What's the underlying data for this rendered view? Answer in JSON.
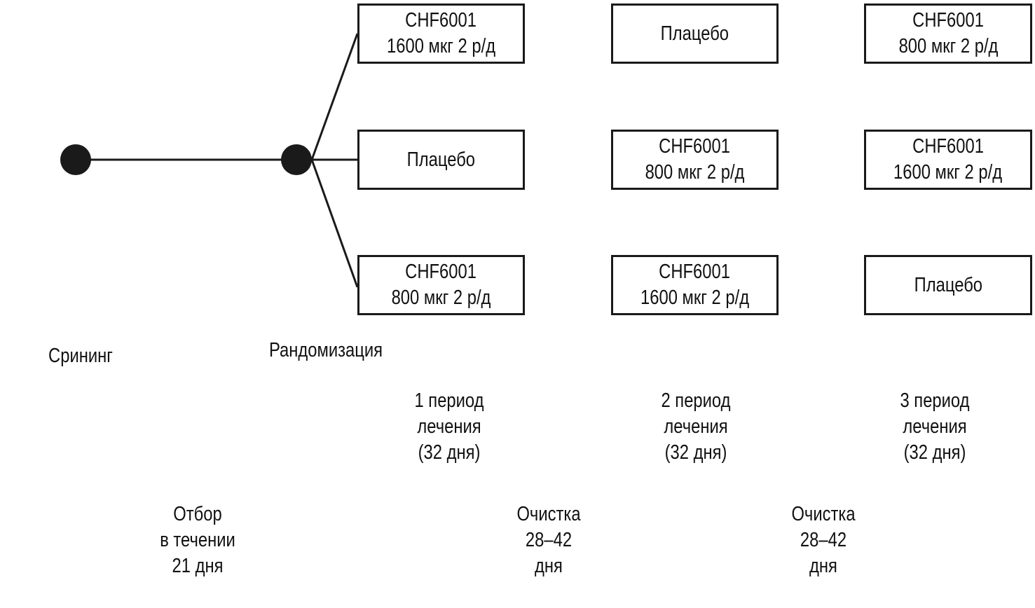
{
  "colors": {
    "stroke": "#1a1a1a",
    "node_fill": "#1a1a1a",
    "background": "#ffffff"
  },
  "labels": {
    "screening": "Срининг",
    "randomization": "Рандомизация"
  },
  "arms": [
    {
      "period1": [
        "CHF6001",
        "1600 мкг 2 р/д"
      ],
      "period2": [
        "Плацебо"
      ],
      "period3": [
        "CHF6001",
        "800 мкг 2 р/д"
      ]
    },
    {
      "period1": [
        "Плацебо"
      ],
      "period2": [
        "CHF6001",
        "800 мкг 2 р/д"
      ],
      "period3": [
        "CHF6001",
        "1600 мкг 2 р/д"
      ]
    },
    {
      "period1": [
        "CHF6001",
        "800 мкг 2 р/д"
      ],
      "period2": [
        "CHF6001",
        "1600 мкг 2 р/д"
      ],
      "period3": [
        "Плацебо"
      ]
    }
  ],
  "periods": [
    [
      "1 период",
      "лечения",
      "(32 дня)"
    ],
    [
      "2 период",
      "лечения",
      "(32 дня)"
    ],
    [
      "3 период",
      "лечения",
      "(32 дня)"
    ]
  ],
  "intervals": {
    "selection": [
      "Отбор",
      "в течении",
      "21 дня"
    ],
    "washout1": [
      "Очистка",
      "28–42",
      "дня"
    ],
    "washout2": [
      "Очистка",
      "28–42",
      "дня"
    ]
  }
}
